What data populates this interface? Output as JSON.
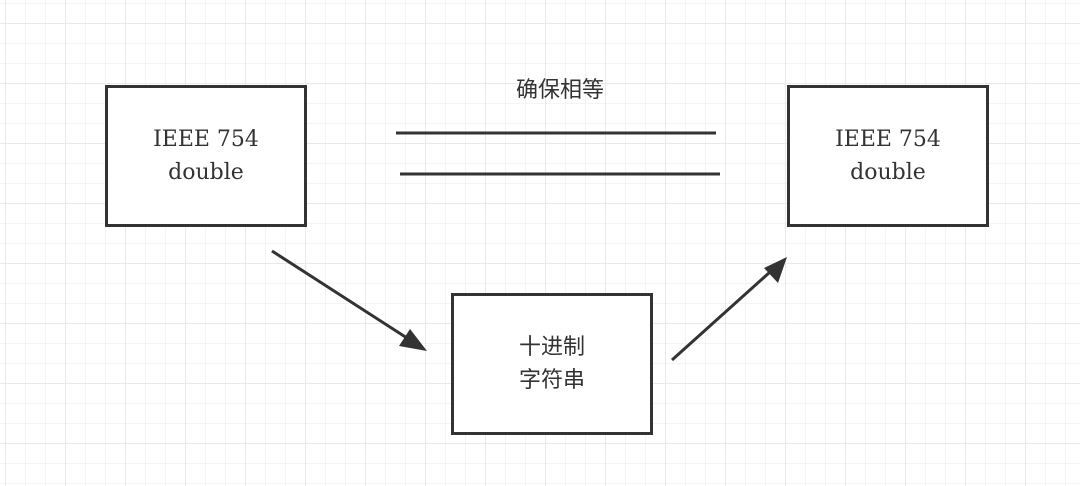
{
  "diagram": {
    "left_box": {
      "line1": "IEEE 754",
      "line2": "double"
    },
    "right_box": {
      "line1": "IEEE 754",
      "line2": "double"
    },
    "middle_box": {
      "line1": "十进制",
      "line2": "字符串"
    },
    "equal_label": "确保相等",
    "colors": {
      "stroke": "#333333",
      "grid": "#e9e9e9",
      "background": "#ffffff"
    }
  }
}
